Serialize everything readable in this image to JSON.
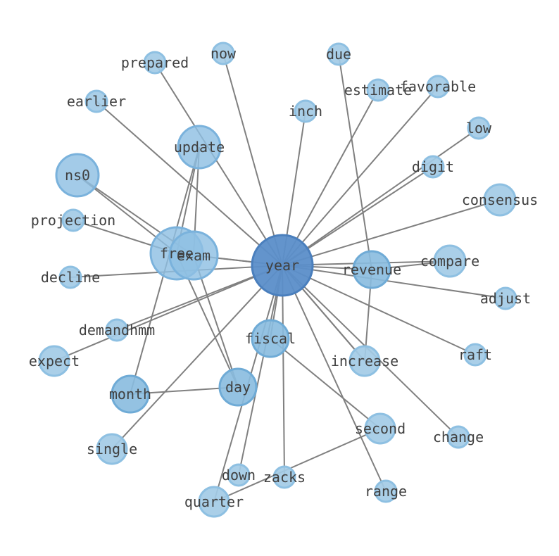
{
  "colors": {
    "node_light": "#a3cbe6",
    "node_mid": "#88bbdf",
    "node_hub": "#5b8ec9",
    "edge": "#808080",
    "text": "#404040"
  },
  "graph": {
    "hub": "year",
    "nodes": [
      {
        "id": "year",
        "label": "year",
        "weight": 10
      },
      {
        "id": "free",
        "label": "free",
        "weight": 6
      },
      {
        "id": "exam",
        "label": "exam",
        "weight": 5
      },
      {
        "id": "ns0",
        "label": "ns0",
        "weight": 4
      },
      {
        "id": "update",
        "label": "update",
        "weight": 4
      },
      {
        "id": "revenue",
        "label": "revenue",
        "weight": 3
      },
      {
        "id": "compare",
        "label": "compare",
        "weight": 2
      },
      {
        "id": "consensus",
        "label": "consensus",
        "weight": 2
      },
      {
        "id": "fiscal",
        "label": "fiscal",
        "weight": 3
      },
      {
        "id": "increase",
        "label": "increase",
        "weight": 2
      },
      {
        "id": "day",
        "label": "day",
        "weight": 3
      },
      {
        "id": "month",
        "label": "month",
        "weight": 3
      },
      {
        "id": "second",
        "label": "second",
        "weight": 2
      },
      {
        "id": "quarter",
        "label": "quarter",
        "weight": 2
      },
      {
        "id": "expect",
        "label": "expect",
        "weight": 2
      },
      {
        "id": "single",
        "label": "single",
        "weight": 2
      },
      {
        "id": "prepared",
        "label": "prepared",
        "weight": 1
      },
      {
        "id": "now",
        "label": "now",
        "weight": 1
      },
      {
        "id": "due",
        "label": "due",
        "weight": 1
      },
      {
        "id": "estimate",
        "label": "estimate",
        "weight": 1
      },
      {
        "id": "favorable",
        "label": "favorable",
        "weight": 1
      },
      {
        "id": "earlier",
        "label": "earlier",
        "weight": 1
      },
      {
        "id": "inch",
        "label": "inch",
        "weight": 1
      },
      {
        "id": "low",
        "label": "low",
        "weight": 1
      },
      {
        "id": "digit",
        "label": "digit",
        "weight": 1
      },
      {
        "id": "projection",
        "label": "projection",
        "weight": 1
      },
      {
        "id": "decline",
        "label": "decline",
        "weight": 1
      },
      {
        "id": "adjust",
        "label": "adjust",
        "weight": 1
      },
      {
        "id": "demandhmm",
        "label": "demandhmm",
        "weight": 1
      },
      {
        "id": "raft",
        "label": "raft",
        "weight": 1
      },
      {
        "id": "change",
        "label": "change",
        "weight": 1
      },
      {
        "id": "down",
        "label": "down",
        "weight": 1
      },
      {
        "id": "zacks",
        "label": "zacks",
        "weight": 1
      },
      {
        "id": "range",
        "label": "range",
        "weight": 1
      }
    ],
    "edges": [
      [
        "year",
        "prepared"
      ],
      [
        "year",
        "now"
      ],
      [
        "year",
        "earlier"
      ],
      [
        "year",
        "inch"
      ],
      [
        "year",
        "estimate"
      ],
      [
        "year",
        "favorable"
      ],
      [
        "year",
        "low"
      ],
      [
        "year",
        "digit"
      ],
      [
        "year",
        "consensus"
      ],
      [
        "year",
        "compare"
      ],
      [
        "year",
        "revenue"
      ],
      [
        "year",
        "adjust"
      ],
      [
        "year",
        "raft"
      ],
      [
        "year",
        "change"
      ],
      [
        "year",
        "increase"
      ],
      [
        "year",
        "range"
      ],
      [
        "year",
        "zacks"
      ],
      [
        "year",
        "down"
      ],
      [
        "year",
        "fiscal"
      ],
      [
        "year",
        "single"
      ],
      [
        "year",
        "expect"
      ],
      [
        "year",
        "demandhmm"
      ],
      [
        "year",
        "decline"
      ],
      [
        "year",
        "exam"
      ],
      [
        "year",
        "free"
      ],
      [
        "year",
        "increase"
      ],
      [
        "year",
        "quarter"
      ],
      [
        "ns0",
        "free"
      ],
      [
        "ns0",
        "exam"
      ],
      [
        "projection",
        "free"
      ],
      [
        "update",
        "free"
      ],
      [
        "update",
        "exam"
      ],
      [
        "update",
        "month"
      ],
      [
        "free",
        "day"
      ],
      [
        "exam",
        "day"
      ],
      [
        "month",
        "day"
      ],
      [
        "fiscal",
        "second"
      ],
      [
        "quarter",
        "second"
      ],
      [
        "revenue",
        "increase"
      ],
      [
        "due",
        "revenue"
      ],
      [
        "revenue",
        "compare"
      ]
    ]
  }
}
